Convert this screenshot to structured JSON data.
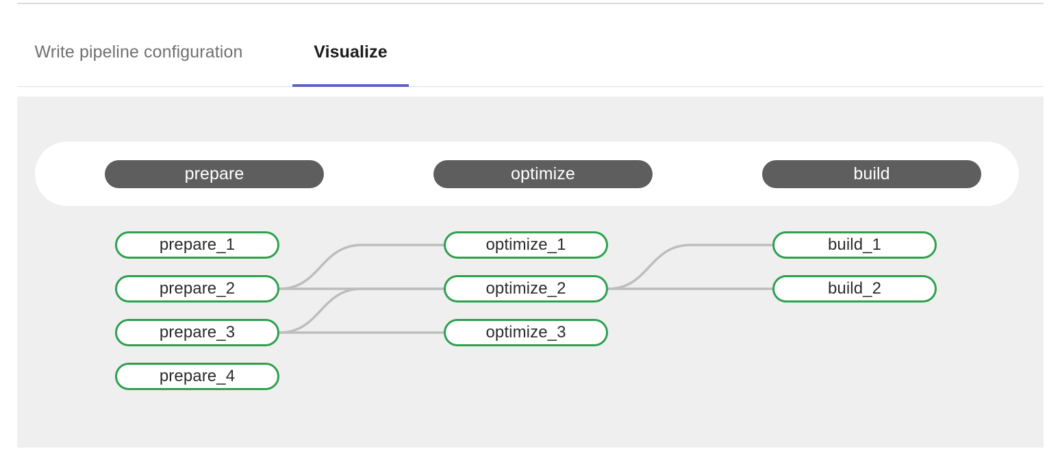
{
  "tabs": [
    {
      "id": "write",
      "label": "Write pipeline configuration",
      "active": false
    },
    {
      "id": "visualize",
      "label": "Visualize",
      "active": true
    }
  ],
  "colors": {
    "tab_active_underline": "#5f62c4",
    "tab_active_text": "#1b1b1b",
    "tab_inactive_text": "#707070",
    "panel_background": "#efefef",
    "stage_pill_background": "#5e5e5e",
    "stage_pill_text": "#ffffff",
    "job_node_border": "#2ca04d",
    "job_node_background": "#ffffff",
    "job_node_text": "#2b2b2b",
    "edge_stroke": "#bdbdbd",
    "capsule_background": "#ffffff",
    "rule": "#dcdcdc"
  },
  "pipeline": {
    "stages": [
      {
        "name": "prepare"
      },
      {
        "name": "optimize"
      },
      {
        "name": "build"
      }
    ],
    "jobs": [
      {
        "stage": "prepare",
        "name": "prepare_1"
      },
      {
        "stage": "prepare",
        "name": "prepare_2"
      },
      {
        "stage": "prepare",
        "name": "prepare_3"
      },
      {
        "stage": "prepare",
        "name": "prepare_4"
      },
      {
        "stage": "optimize",
        "name": "optimize_1"
      },
      {
        "stage": "optimize",
        "name": "optimize_2"
      },
      {
        "stage": "optimize",
        "name": "optimize_3"
      },
      {
        "stage": "build",
        "name": "build_1"
      },
      {
        "stage": "build",
        "name": "build_2"
      }
    ],
    "edges": [
      {
        "from": "prepare_2",
        "to": "optimize_1"
      },
      {
        "from": "prepare_2",
        "to": "optimize_2"
      },
      {
        "from": "prepare_3",
        "to": "optimize_2"
      },
      {
        "from": "prepare_3",
        "to": "optimize_3"
      },
      {
        "from": "optimize_2",
        "to": "build_1"
      },
      {
        "from": "optimize_2",
        "to": "build_2"
      }
    ]
  }
}
